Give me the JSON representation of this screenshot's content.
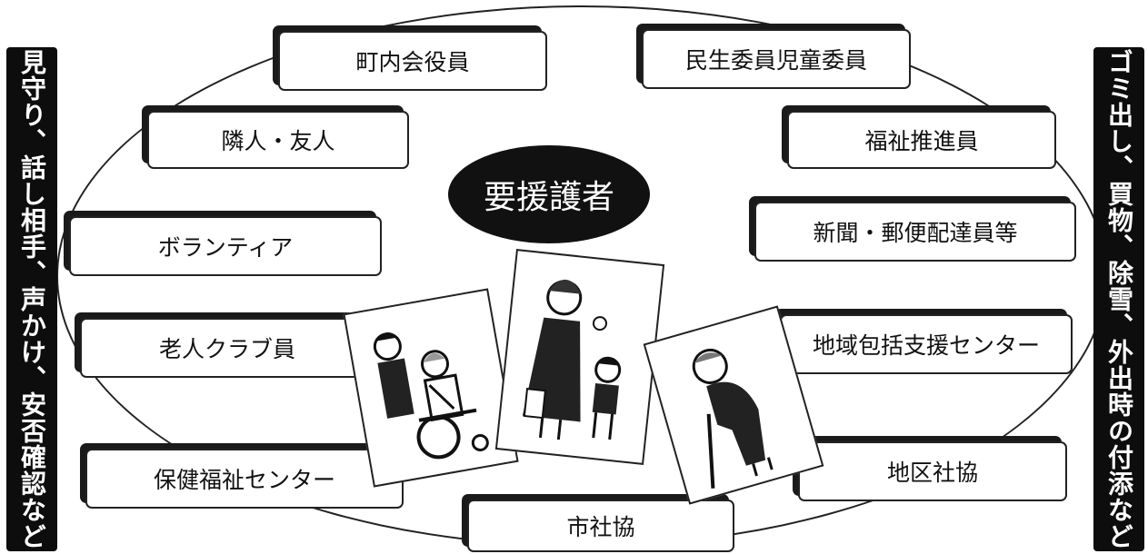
{
  "left_bar": "見守り、話し相手、声かけ、安否確認など",
  "right_bar": "ゴミ出し、買物、除雪、外出時の付添など",
  "center": "要援護者",
  "supporters": {
    "chonaikai": "町内会役員",
    "minsei": "民生委員児童委員",
    "rinjin": "隣人・友人",
    "fukushi_suishin": "福祉推進員",
    "volunteer": "ボランティア",
    "shinbun": "新聞・郵便配達員等",
    "rojin_club": "老人クラブ員",
    "chiiki_houkatsu": "地域包括支援センター",
    "hoken_fukushi": "保健福祉センター",
    "chiku_shakyo": "地区社協",
    "shi_shakyo": "市社協"
  }
}
